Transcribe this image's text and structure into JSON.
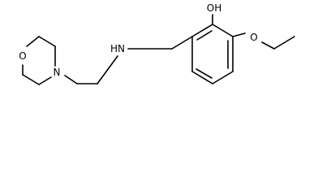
{
  "atoms": {
    "oh": "OH",
    "ether_o": "O",
    "amine_nh": "HN",
    "morpholine_o": "O",
    "morpholine_n": "N"
  },
  "colors": {
    "bond": "#000000",
    "label": "#000000",
    "background": "#ffffff"
  }
}
